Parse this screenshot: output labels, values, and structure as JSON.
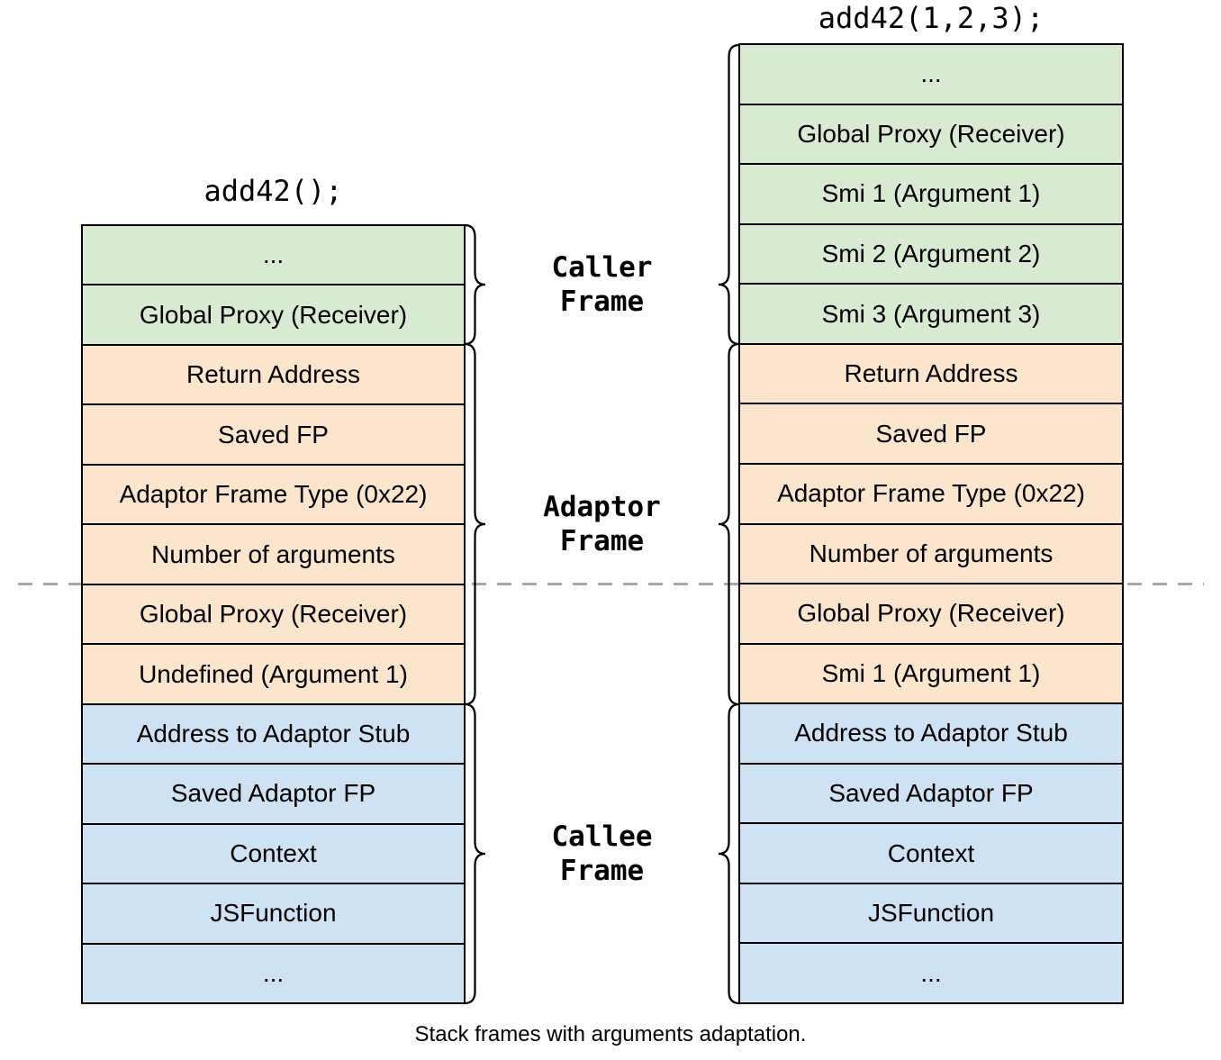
{
  "stacks": {
    "left": {
      "code": "add42();",
      "rows": [
        {
          "label": "...",
          "frame": "caller"
        },
        {
          "label": "Global Proxy (Receiver)",
          "frame": "caller"
        },
        {
          "label": "Return Address",
          "frame": "adaptor"
        },
        {
          "label": "Saved FP",
          "frame": "adaptor"
        },
        {
          "label": "Adaptor Frame Type (0x22)",
          "frame": "adaptor"
        },
        {
          "label": "Number of arguments",
          "frame": "adaptor"
        },
        {
          "label": "Global Proxy (Receiver)",
          "frame": "adaptor"
        },
        {
          "label": "Undefined (Argument 1)",
          "frame": "adaptor"
        },
        {
          "label": "Address to Adaptor Stub",
          "frame": "callee"
        },
        {
          "label": "Saved Adaptor FP",
          "frame": "callee"
        },
        {
          "label": "Context",
          "frame": "callee"
        },
        {
          "label": "JSFunction",
          "frame": "callee"
        },
        {
          "label": "...",
          "frame": "callee"
        }
      ]
    },
    "right": {
      "code": "add42(1,2,3);",
      "rows": [
        {
          "label": "...",
          "frame": "caller"
        },
        {
          "label": "Global Proxy (Receiver)",
          "frame": "caller"
        },
        {
          "label": "Smi 1 (Argument 1)",
          "frame": "caller"
        },
        {
          "label": "Smi 2 (Argument 2)",
          "frame": "caller"
        },
        {
          "label": "Smi 3 (Argument 3)",
          "frame": "caller"
        },
        {
          "label": "Return Address",
          "frame": "adaptor"
        },
        {
          "label": "Saved FP",
          "frame": "adaptor"
        },
        {
          "label": "Adaptor Frame Type (0x22)",
          "frame": "adaptor"
        },
        {
          "label": "Number of arguments",
          "frame": "adaptor"
        },
        {
          "label": "Global Proxy (Receiver)",
          "frame": "adaptor"
        },
        {
          "label": "Smi 1 (Argument 1)",
          "frame": "adaptor"
        },
        {
          "label": "Address to Adaptor Stub",
          "frame": "callee"
        },
        {
          "label": "Saved Adaptor FP",
          "frame": "callee"
        },
        {
          "label": "Context",
          "frame": "callee"
        },
        {
          "label": "JSFunction",
          "frame": "callee"
        },
        {
          "label": "...",
          "frame": "callee"
        }
      ]
    }
  },
  "frame_labels": {
    "caller": "Caller\nFrame",
    "adaptor": "Adaptor\nFrame",
    "callee": "Callee\nFrame"
  },
  "colors": {
    "caller": "#d9ead3",
    "adaptor": "#fce5cd",
    "callee": "#cfe2f3",
    "border": "#000000",
    "dashed_line": "#a6a6a6"
  },
  "caption": "Stack frames with arguments adaptation."
}
